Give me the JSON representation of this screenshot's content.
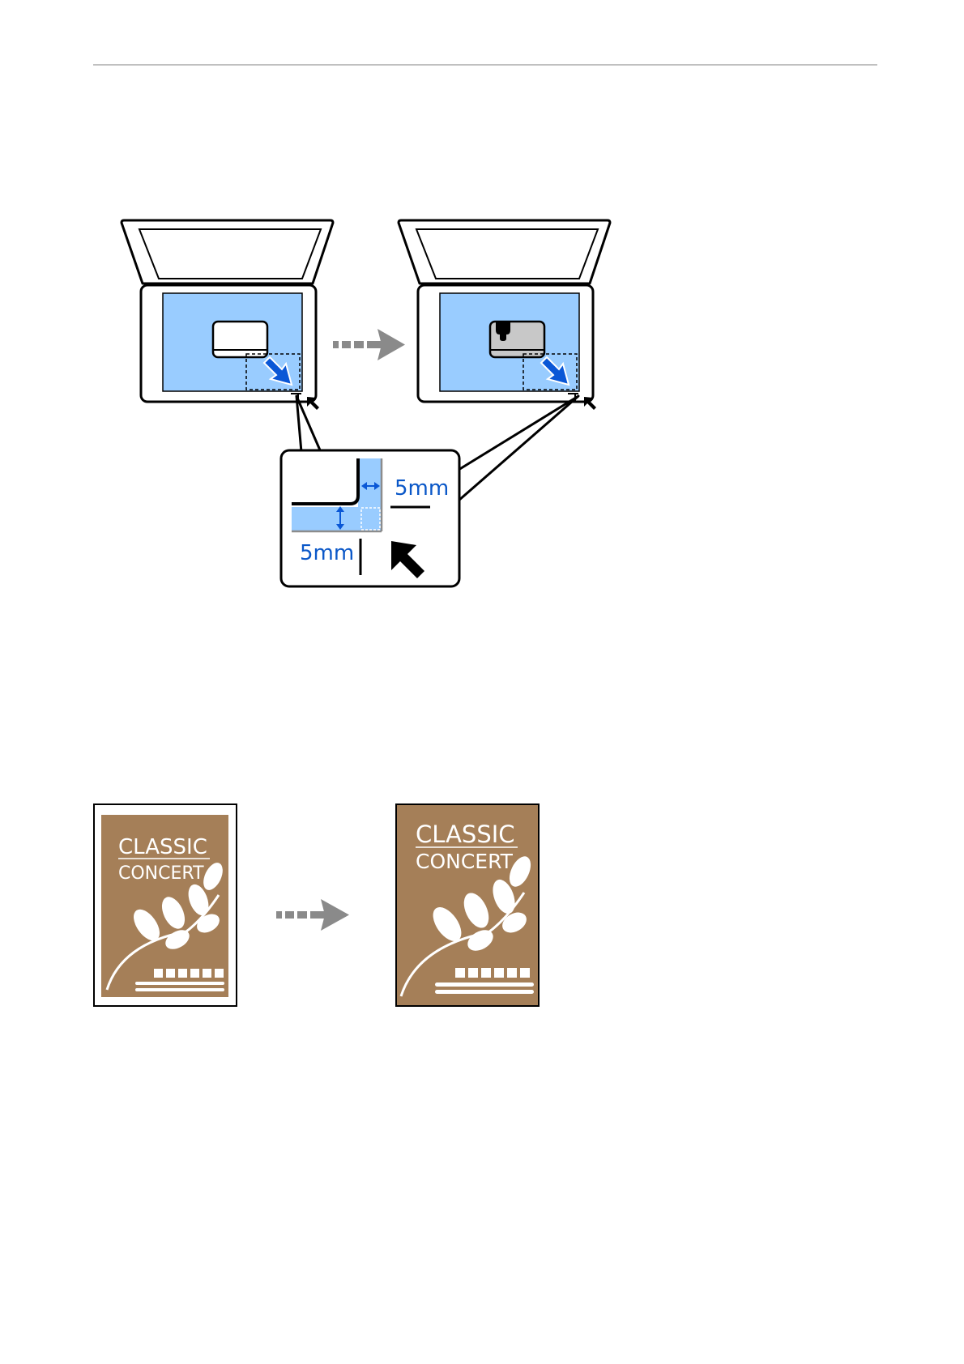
{
  "figure_scanner": {
    "horizontal_margin_label": "5mm",
    "vertical_margin_label": "5mm"
  },
  "figure_poster": {
    "before_title_line1": "CLASSIC",
    "before_title_line2": "CONCERT",
    "after_title_line1": "CLASSIC",
    "after_title_line2": "CONCERT"
  },
  "colors": {
    "glass_blue": "#99ccff",
    "arrow_blue": "#0a57d6",
    "label_blue": "#0a57c8",
    "arrow_gray": "#8a8a8a",
    "poster_brown": "#a57f58"
  }
}
